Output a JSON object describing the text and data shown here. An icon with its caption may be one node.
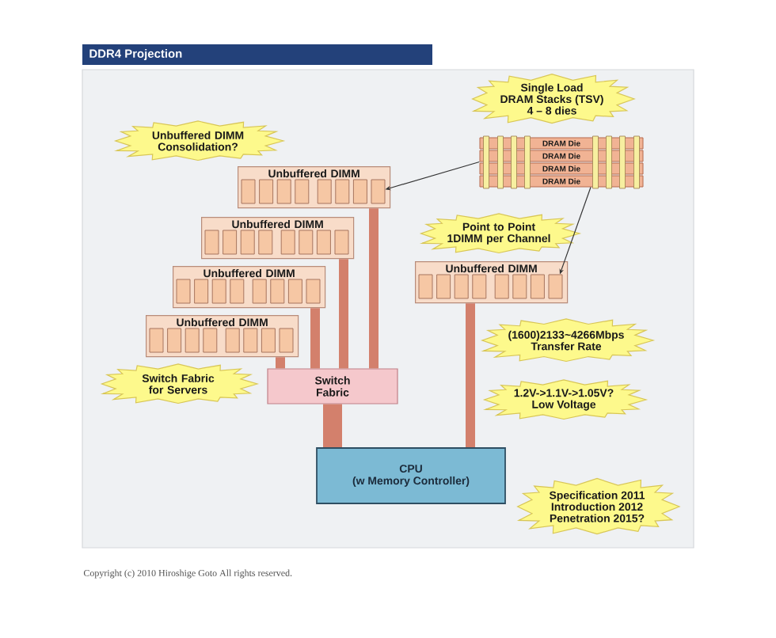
{
  "diagram": {
    "title": "DDR4 Projection",
    "nodes": [
      {
        "text": [
          "Single Load",
          "DRAM Stacks (TSV)",
          "4 – 8 dies"
        ]
      },
      {
        "text": [
          "Unbuffered DIMM Consolidation?"
        ]
      },
      {
        "text": [
          "DRAM Die"
        ]
      },
      {
        "text": [
          "DRAM Die"
        ]
      },
      {
        "text": [
          "DRAM Die"
        ]
      },
      {
        "text": [
          "DRAM Die"
        ]
      },
      {
        "text": [
          "Unbuffered DIMM"
        ]
      },
      {
        "text": [],
        "shape": "box",
        "in": 6
      },
      {
        "text": [
          "Unbuffered DIMM"
        ]
      },
      {
        "text": [
          "Point to Point 1DIMM per Channel"
        ]
      },
      {
        "text": [
          "Unbuffered DIMM"
        ]
      },
      {
        "text": [],
        "shape": "box",
        "in": 10
      },
      {
        "text": [
          "Unbuffered DIMM"
        ]
      },
      {
        "text": [
          "Unbuffered DIMM"
        ]
      },
      {
        "text": [
          "(1600)2133~4266Mbps",
          "Transfer Rate"
        ]
      },
      {
        "text": [
          "Switch Fabric for Servers"
        ]
      },
      {
        "text": [
          "Switch Fabric"
        ]
      },
      {
        "text": [
          "1.2V->1.1V->1.05V?",
          "Low Voltage"
        ]
      },
      {
        "text": [
          "CPU",
          "(w Memory Controller)"
        ]
      },
      {
        "text": [
          "Specification 2011",
          "Introduction 2012",
          "Penetration 2015?"
        ]
      }
    ],
    "edges": [
      {
        "from": 3,
        "to": 7,
        "arrow": "to",
        "color": "#333333"
      },
      {
        "from": 5,
        "to": 11,
        "arrow": "to",
        "color": "#333333"
      },
      {
        "from": 6,
        "to": 16,
        "arrow": "none"
      },
      {
        "from": 8,
        "to": 16,
        "arrow": "none"
      },
      {
        "from": 12,
        "to": 16,
        "arrow": "none"
      },
      {
        "from": 13,
        "to": 16,
        "arrow": "none"
      },
      {
        "from": 16,
        "to": 18,
        "arrow": "none",
        "style": "thick"
      },
      {
        "from": 10,
        "to": 18,
        "arrow": "none"
      }
    ],
    "labels": [
      "Copyright (c) 2010 Hiroshige Goto All rights reserved."
    ]
  }
}
